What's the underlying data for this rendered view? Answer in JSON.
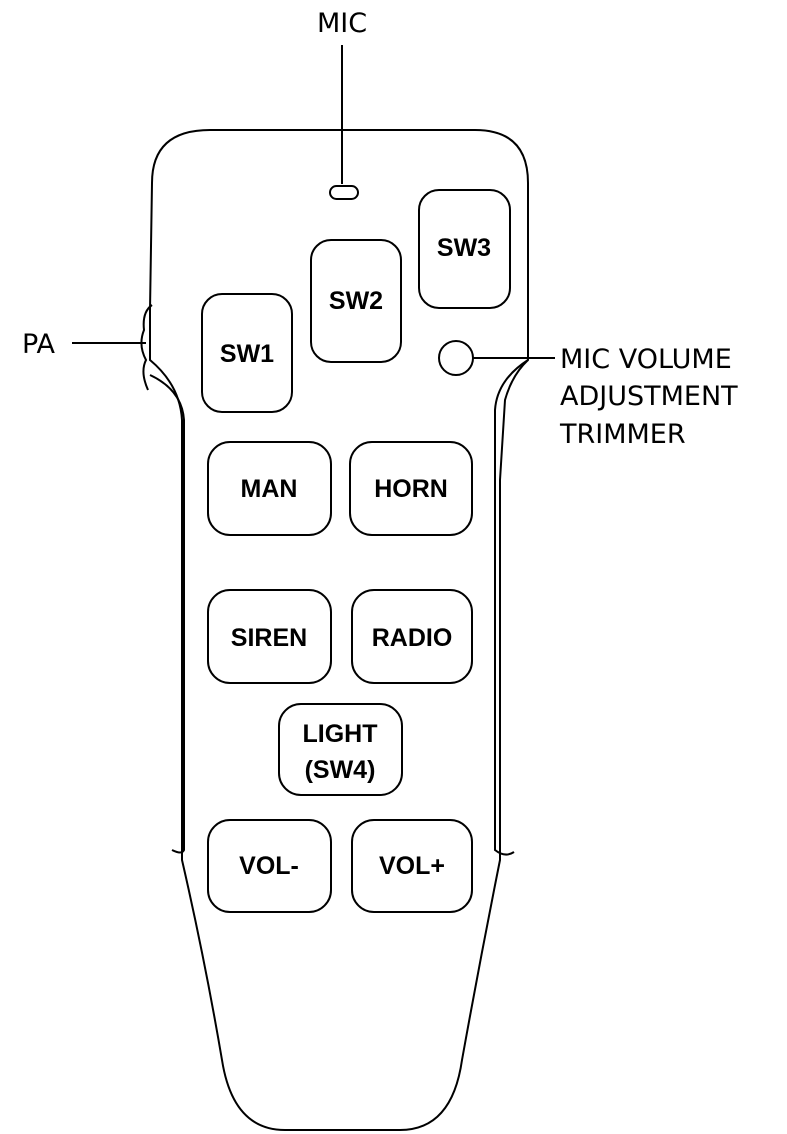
{
  "callouts": {
    "mic": "MIC",
    "pa": "PA",
    "trimmer_line1": "MIC VOLUME",
    "trimmer_line2": "ADJUSTMENT",
    "trimmer_line3": "TRIMMER"
  },
  "buttons": {
    "sw1": "SW1",
    "sw2": "SW2",
    "sw3": "SW3",
    "man": "MAN",
    "horn": "HORN",
    "siren": "SIREN",
    "radio": "RADIO",
    "light_line1": "LIGHT",
    "light_line2": "(SW4)",
    "vol_minus": "VOL-",
    "vol_plus": "VOL+"
  }
}
